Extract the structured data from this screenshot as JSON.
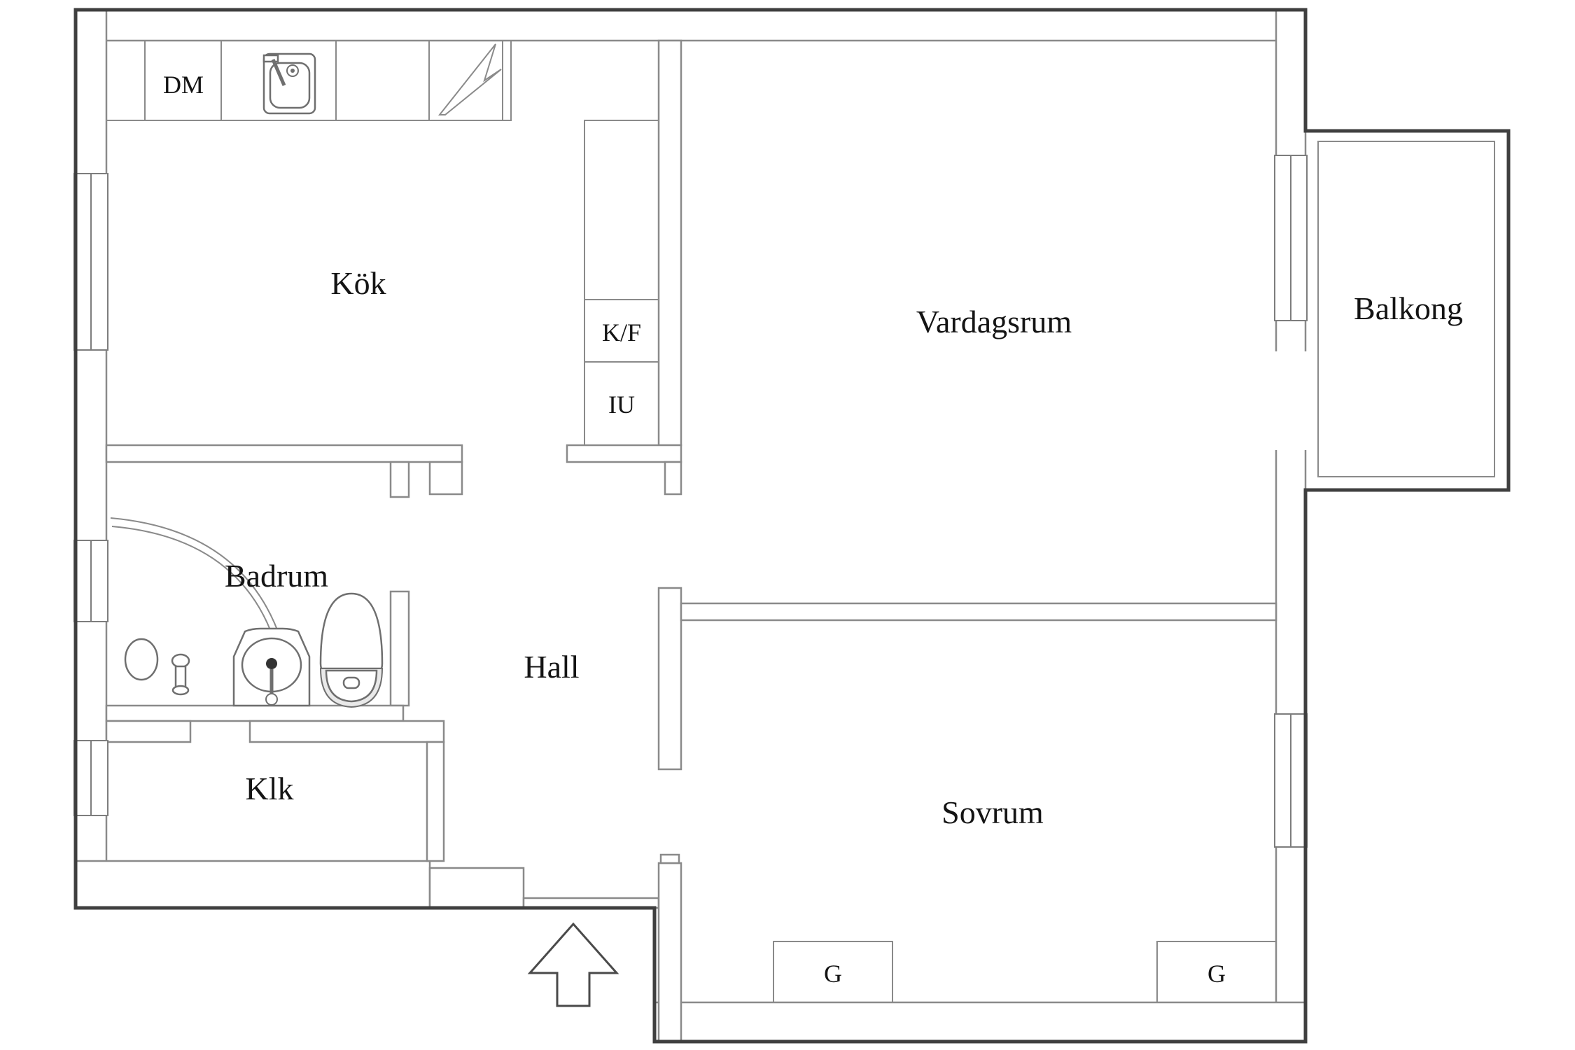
{
  "diagram": {
    "type": "apartment-floor-plan",
    "style": "black-and-white architectural drawing"
  },
  "colors": {
    "background": "#ffffff",
    "wall_line": "#8a8a8a",
    "outline": "#3f3f3f",
    "text": "#141414",
    "fixture_line": "#6f6f6f",
    "fixture_shade": "#e9e9e9"
  },
  "rooms": {
    "kitchen": {
      "label": "Kök"
    },
    "living_room": {
      "label": "Vardagsrum"
    },
    "balcony": {
      "label": "Balkong"
    },
    "bathroom": {
      "label": "Badrum"
    },
    "hall": {
      "label": "Hall"
    },
    "closet": {
      "label": "Klk"
    },
    "bedroom": {
      "label": "Sovrum"
    }
  },
  "units": {
    "dishwasher": {
      "label": "DM"
    },
    "fridge_freezer": {
      "label": "K/F"
    },
    "oven_unit": {
      "label": "IU"
    },
    "wardrobe_left": {
      "label": "G"
    },
    "wardrobe_right": {
      "label": "G"
    }
  },
  "icons": [
    "kitchen-sink-icon",
    "electric-stove-icon",
    "shower-curtain-arc-icon",
    "floor-drain-icon",
    "shower-mixer-icon",
    "washbasin-icon",
    "toilet-icon",
    "window-symbol",
    "entrance-arrow-icon"
  ]
}
